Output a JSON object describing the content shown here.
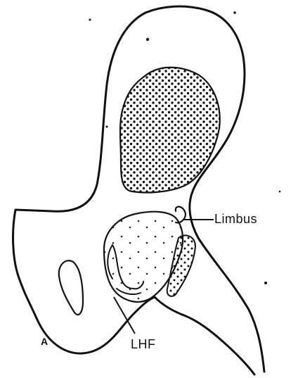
{
  "labels": {
    "limbus": "Limbus",
    "lhf": "LHF",
    "corner": "A"
  }
}
